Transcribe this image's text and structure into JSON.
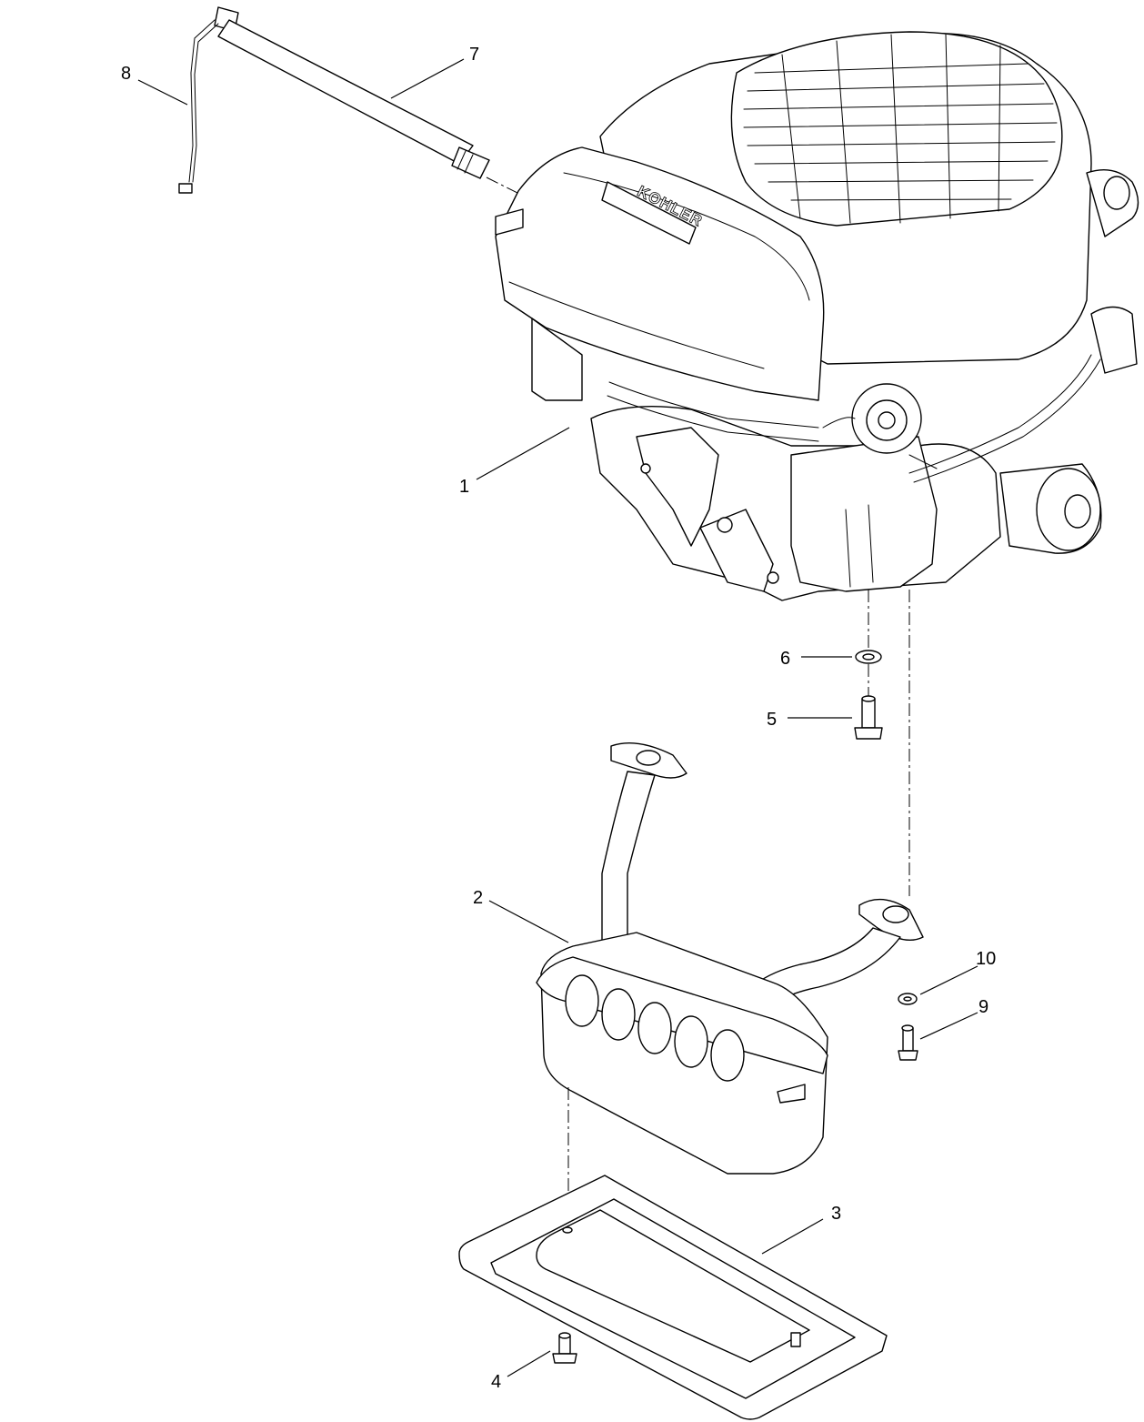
{
  "diagram": {
    "brand_label": "KOHLER",
    "callouts": [
      {
        "id": "1",
        "part": "engine"
      },
      {
        "id": "2",
        "part": "muffler"
      },
      {
        "id": "3",
        "part": "heat-shield-plate"
      },
      {
        "id": "4",
        "part": "flange-bolt"
      },
      {
        "id": "5",
        "part": "bolt"
      },
      {
        "id": "6",
        "part": "washer"
      },
      {
        "id": "7",
        "part": "dipstick-tube"
      },
      {
        "id": "8",
        "part": "tube-bracket"
      },
      {
        "id": "9",
        "part": "bolt-small"
      },
      {
        "id": "10",
        "part": "washer-small"
      }
    ]
  }
}
